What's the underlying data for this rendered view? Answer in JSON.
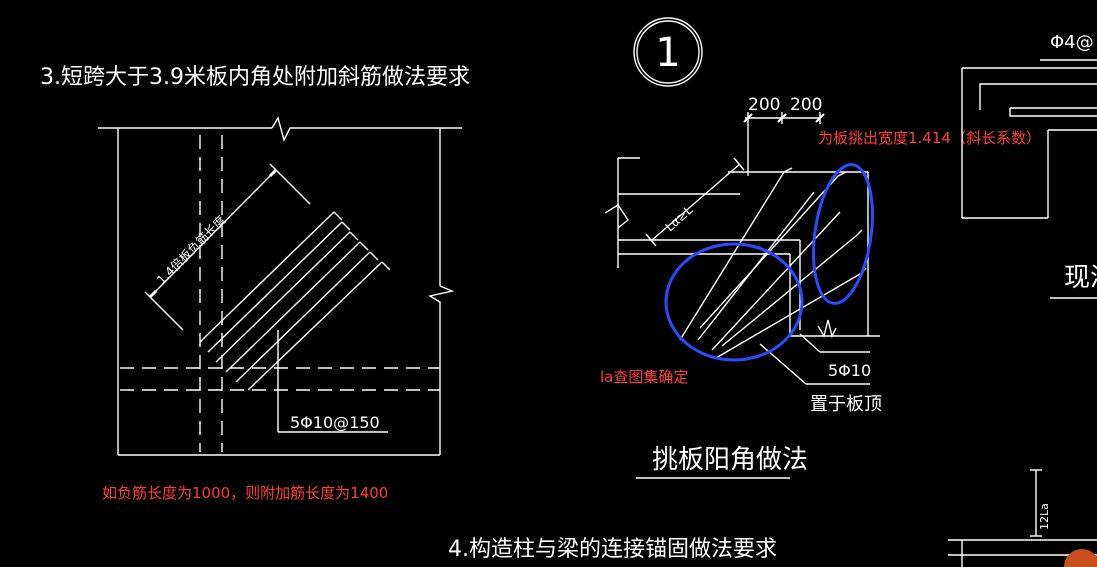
{
  "colors": {
    "background": "#000000",
    "line": "#ffffff",
    "annotation_red": "#ff3b3b",
    "highlight_blue": "#2b4bff",
    "accent_orange": "#c8501e"
  },
  "left_detail": {
    "heading": "3.短跨大于3.9米板内角处附加斜筋做法要求",
    "diagonal_label": "1.4倍板负筋长度",
    "rebar_label": "5Φ10@150",
    "note": "如负筋长度为1000，则附加筋长度为1400"
  },
  "middle_detail": {
    "circle_number": "1",
    "dim_left": "200",
    "dim_right": "200",
    "anchor_label": "Lα≥L",
    "rebar_label": "5Φ10",
    "position_label": "置于板顶",
    "caption": "挑板阳角做法",
    "note_width": "为板挑出宽度1.414（斜长系数）",
    "note_la": "la查图集确定"
  },
  "right_detail": {
    "top_label": "Φ4@",
    "side_label": "现浇",
    "dim_label": "12La"
  },
  "bottom_heading": "4.构造柱与梁的连接锚固做法要求"
}
